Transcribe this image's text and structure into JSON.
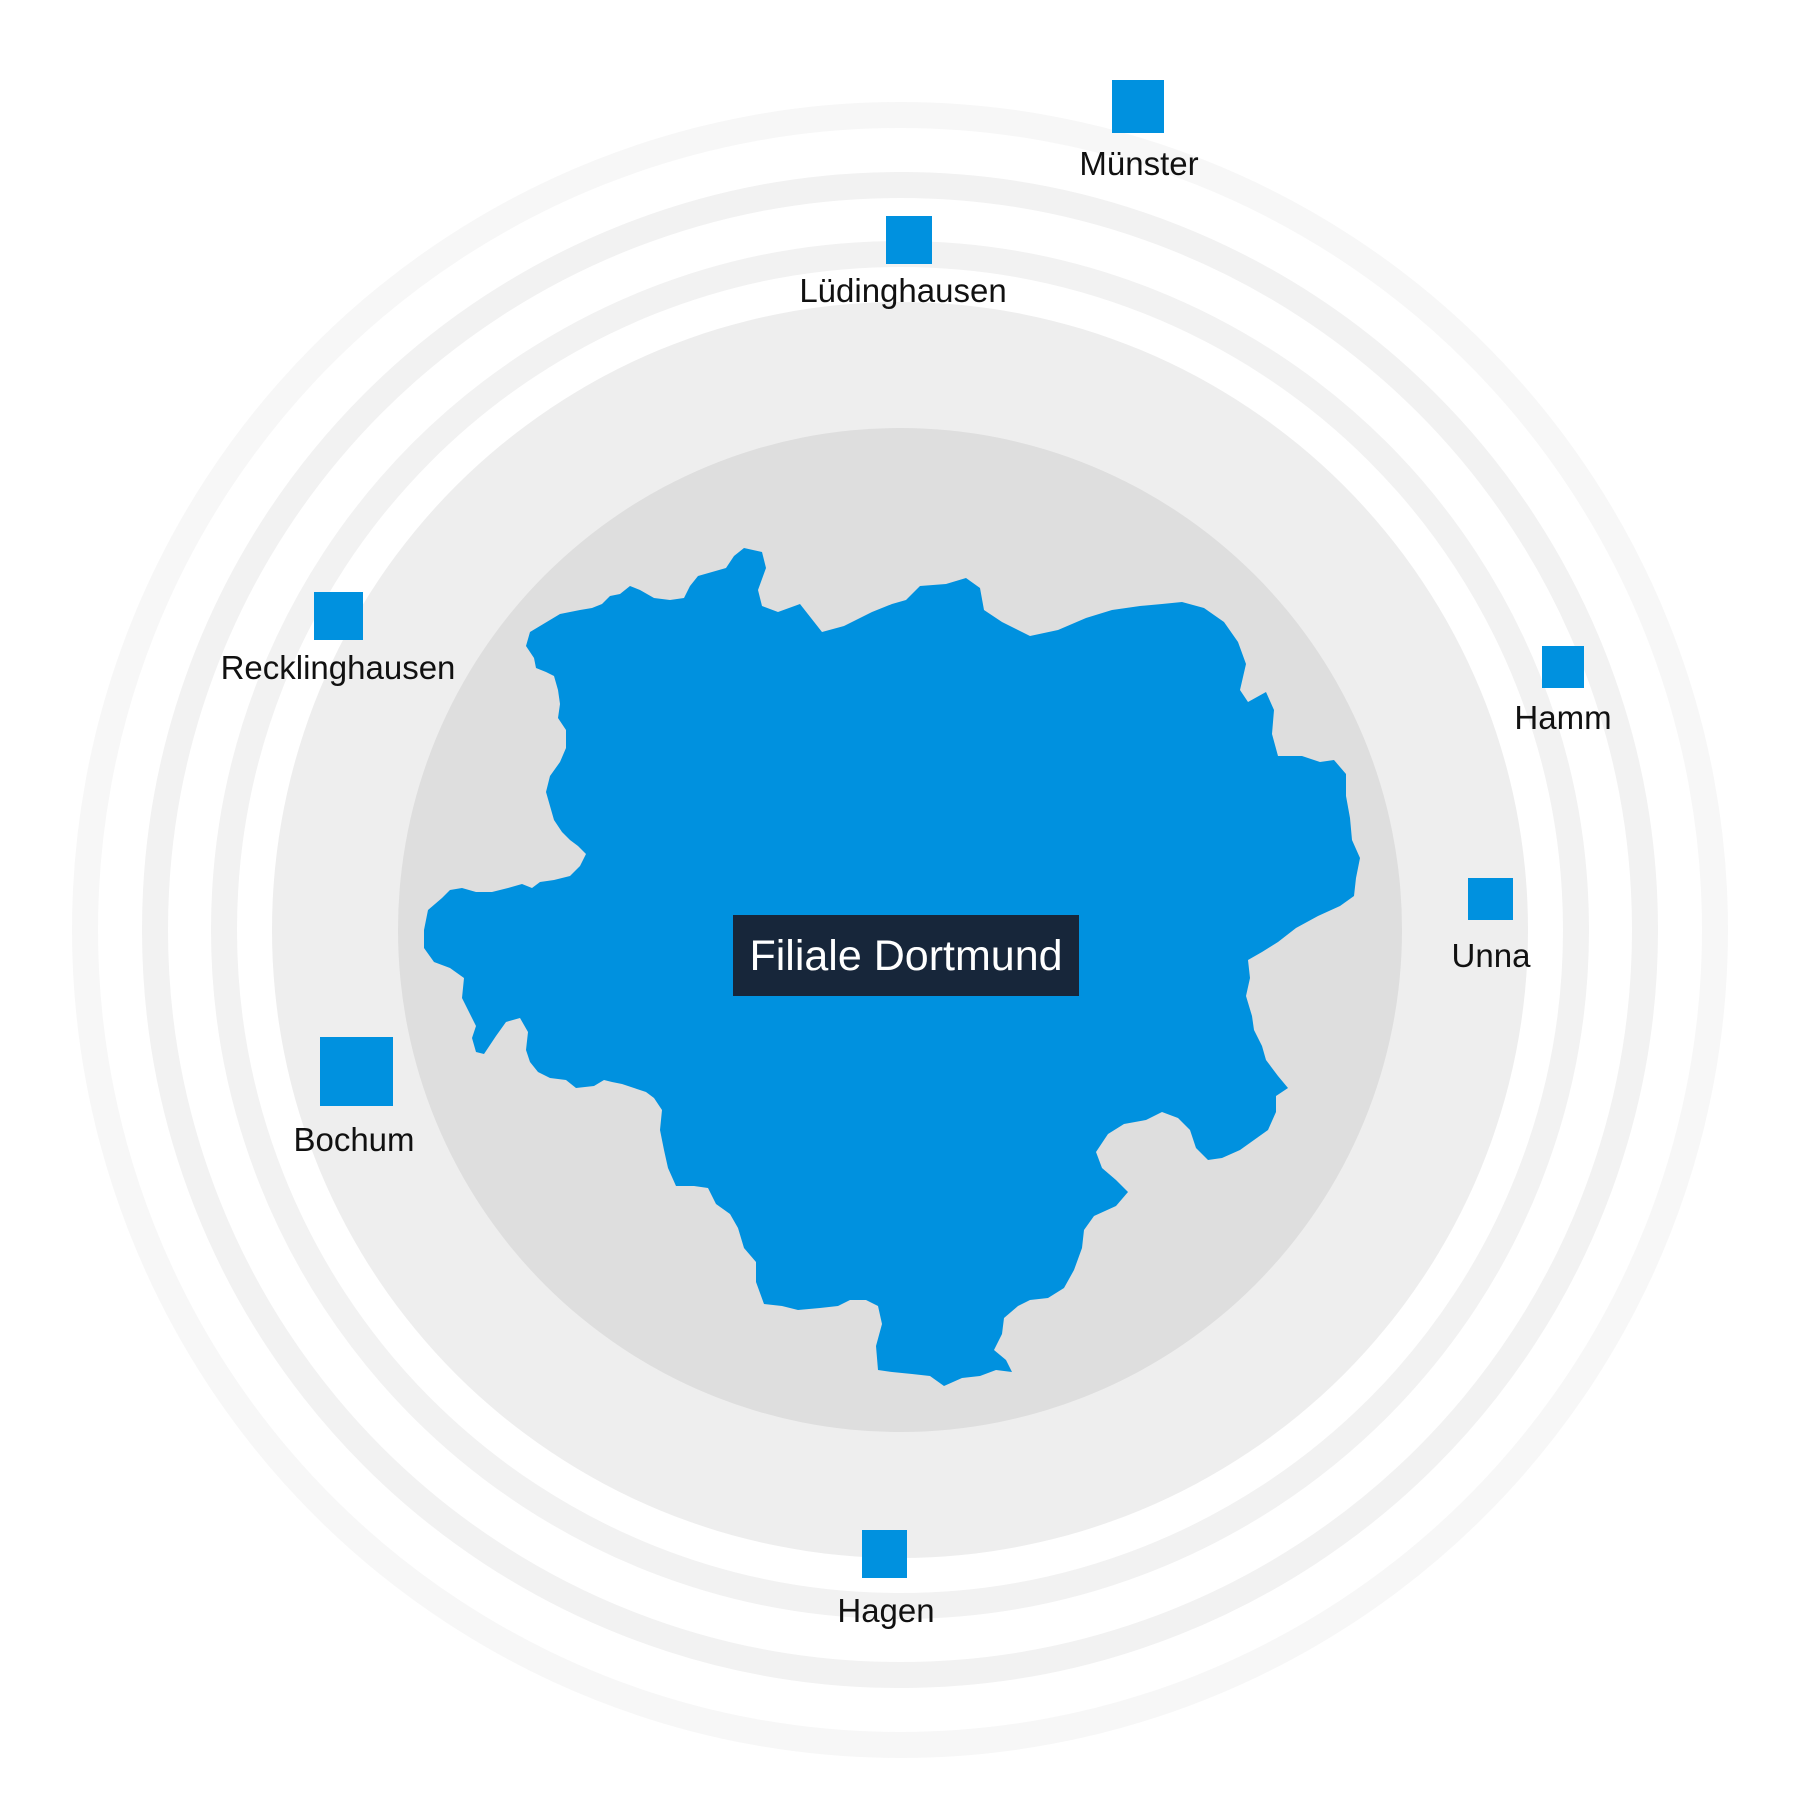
{
  "center": {
    "label": "Filiale Dortmund",
    "label_bg_color": "#17263a",
    "region_color": "#0091df"
  },
  "colors": {
    "marker": "#0091df",
    "ring_outer": "#f7f7f7",
    "ring_middle": "#f2f2f2",
    "ring_inner": "#eeeeee",
    "core": "#dedede"
  },
  "locations": [
    {
      "id": "muenster",
      "label": "Münster"
    },
    {
      "id": "luedinghausen",
      "label": "Lüdinghausen"
    },
    {
      "id": "recklinghausen",
      "label": "Recklinghausen"
    },
    {
      "id": "hamm",
      "label": "Hamm"
    },
    {
      "id": "unna",
      "label": "Unna"
    },
    {
      "id": "bochum",
      "label": "Bochum"
    },
    {
      "id": "hagen",
      "label": "Hagen"
    }
  ]
}
